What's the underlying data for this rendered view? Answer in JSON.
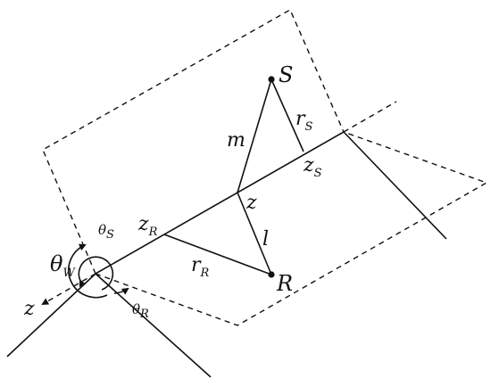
{
  "labels": {
    "S": "S",
    "R": "R",
    "m": "m",
    "l": "l",
    "z_mid": "z",
    "z_axis": "z",
    "rS_main": "r",
    "rS_sub": "S",
    "zS_main": "z",
    "zS_sub": "S",
    "zR_main": "z",
    "zR_sub": "R",
    "rR_main": "r",
    "rR_sub": "R",
    "thetaS_main": "θ",
    "thetaS_sub": "S",
    "thetaW_main": "θ",
    "thetaW_sub": "W",
    "thetaR_main": "θ",
    "thetaR_sub": "R"
  }
}
